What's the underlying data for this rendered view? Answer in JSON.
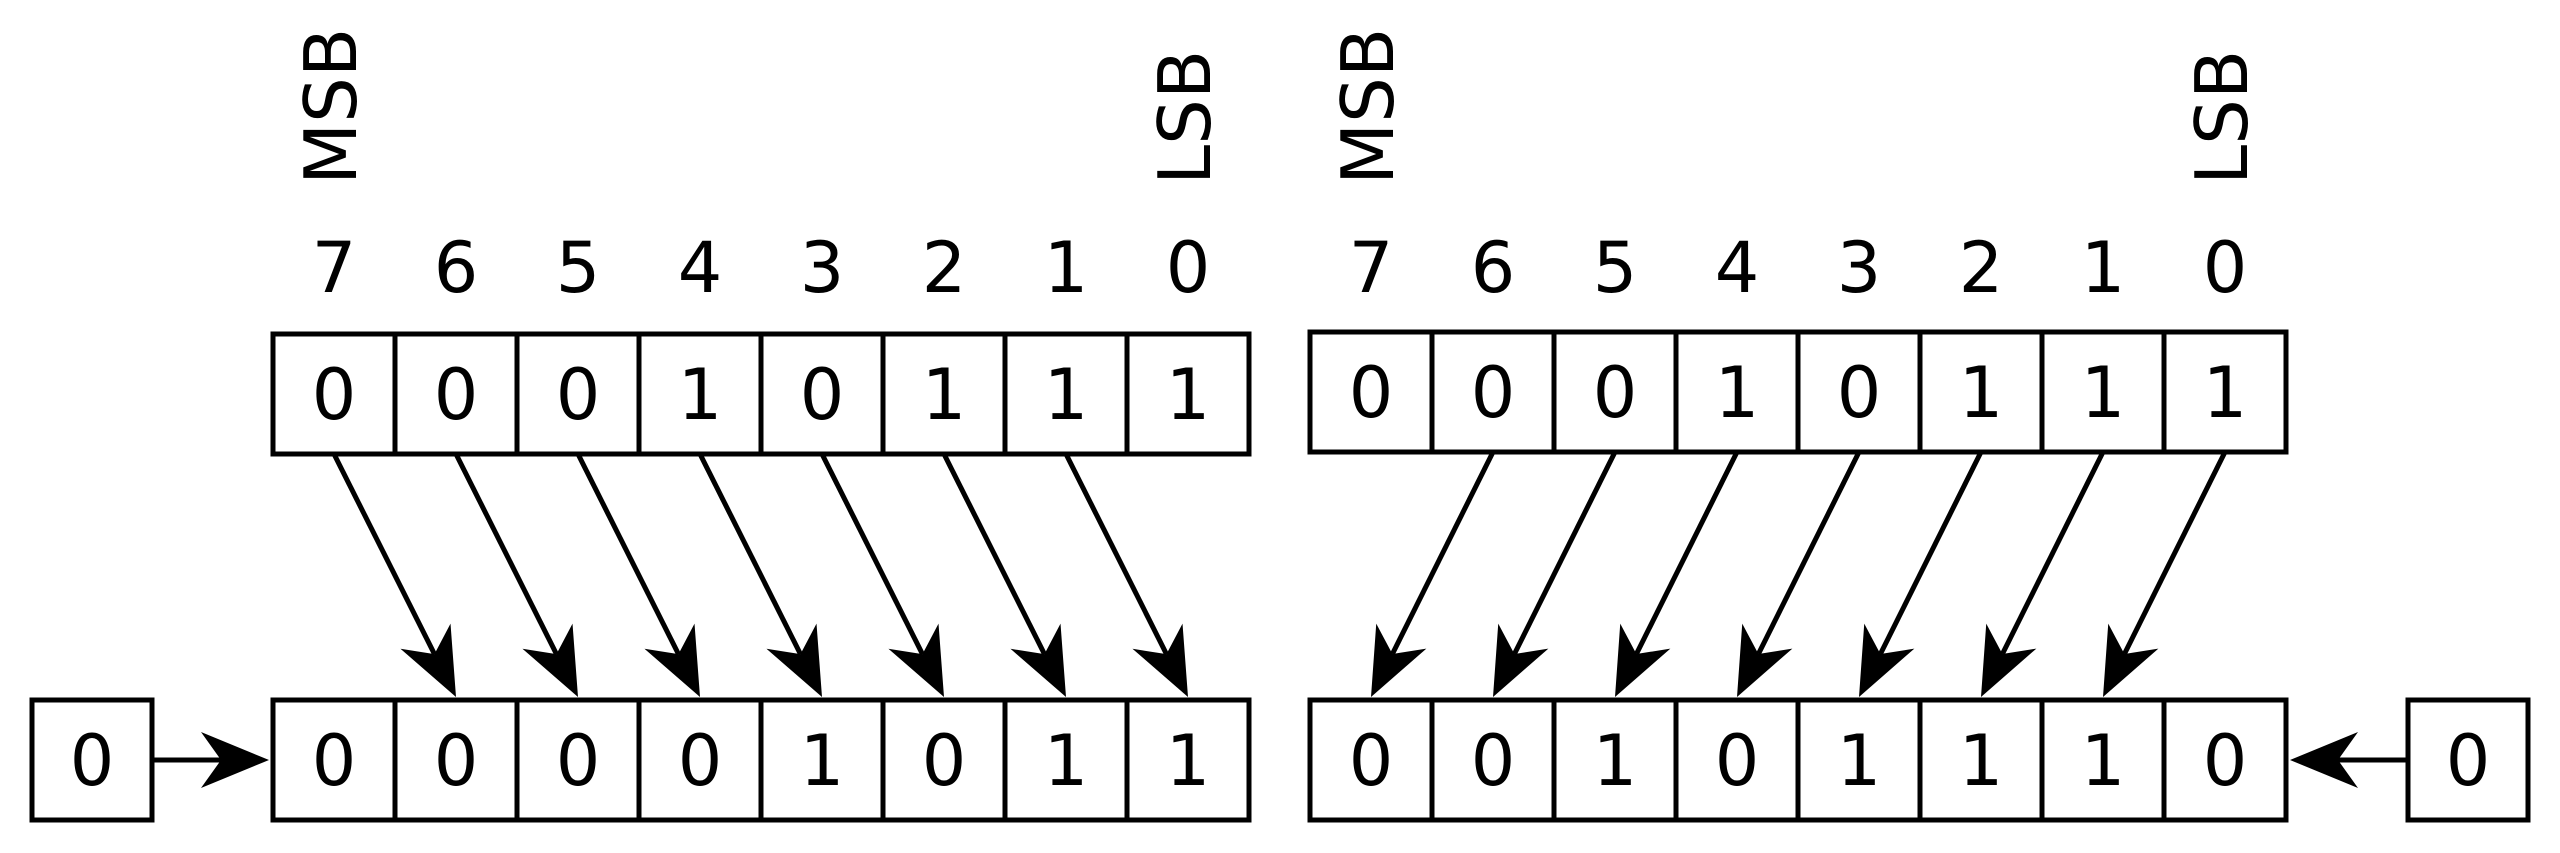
{
  "left": {
    "msb_label": "MSB",
    "lsb_label": "LSB",
    "indices": [
      "7",
      "6",
      "5",
      "4",
      "3",
      "2",
      "1",
      "0"
    ],
    "top_bits": [
      "0",
      "0",
      "0",
      "1",
      "0",
      "1",
      "1",
      "1"
    ],
    "bottom_bits": [
      "0",
      "0",
      "0",
      "0",
      "1",
      "0",
      "1",
      "1"
    ],
    "fill_bit": "0"
  },
  "right": {
    "msb_label": "MSB",
    "lsb_label": "LSB",
    "indices": [
      "7",
      "6",
      "5",
      "4",
      "3",
      "2",
      "1",
      "0"
    ],
    "top_bits": [
      "0",
      "0",
      "0",
      "1",
      "0",
      "1",
      "1",
      "1"
    ],
    "bottom_bits": [
      "0",
      "0",
      "1",
      "0",
      "1",
      "1",
      "1",
      "0"
    ],
    "fill_bit": "0"
  }
}
